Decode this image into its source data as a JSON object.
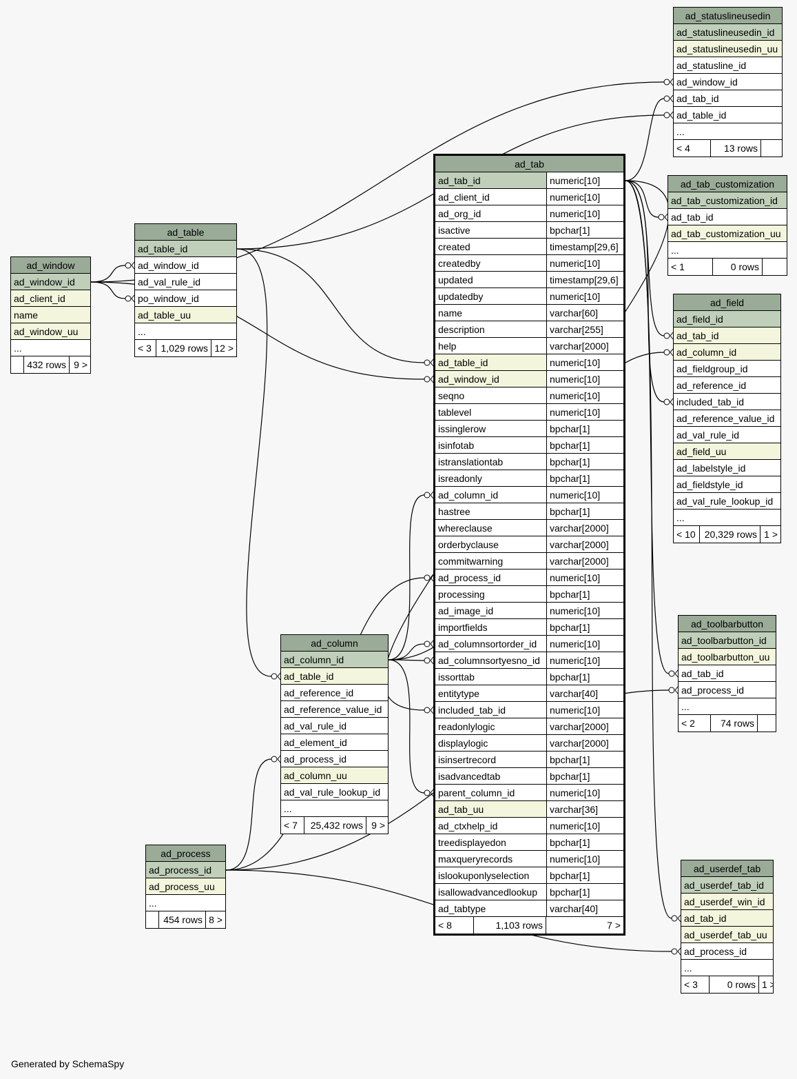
{
  "footer": "Generated by SchemaSpy",
  "tables": {
    "ad_statuslineusedin": {
      "name": "ad_statuslineusedin",
      "columns": [
        {
          "name": "ad_statuslineusedin_id",
          "kind": "pk"
        },
        {
          "name": "ad_statuslineusedin_uu",
          "kind": "uq"
        },
        {
          "name": "ad_statusline_id",
          "kind": "plain"
        },
        {
          "name": "ad_window_id",
          "kind": "plain"
        },
        {
          "name": "ad_tab_id",
          "kind": "plain"
        },
        {
          "name": "ad_table_id",
          "kind": "plain"
        },
        {
          "name": "...",
          "kind": "plain"
        }
      ],
      "stats": {
        "parents": "< 4",
        "rows": "13 rows",
        "children": ""
      }
    },
    "ad_tab_customization": {
      "name": "ad_tab_customization",
      "columns": [
        {
          "name": "ad_tab_customization_id",
          "kind": "pk"
        },
        {
          "name": "ad_tab_id",
          "kind": "plain"
        },
        {
          "name": "ad_tab_customization_uu",
          "kind": "uq"
        },
        {
          "name": "...",
          "kind": "plain"
        }
      ],
      "stats": {
        "parents": "< 1",
        "rows": "0 rows",
        "children": ""
      }
    },
    "ad_field": {
      "name": "ad_field",
      "columns": [
        {
          "name": "ad_field_id",
          "kind": "pk"
        },
        {
          "name": "ad_tab_id",
          "kind": "uq"
        },
        {
          "name": "ad_column_id",
          "kind": "uq"
        },
        {
          "name": "ad_fieldgroup_id",
          "kind": "plain"
        },
        {
          "name": "ad_reference_id",
          "kind": "plain"
        },
        {
          "name": "included_tab_id",
          "kind": "plain"
        },
        {
          "name": "ad_reference_value_id",
          "kind": "plain"
        },
        {
          "name": "ad_val_rule_id",
          "kind": "plain"
        },
        {
          "name": "ad_field_uu",
          "kind": "uq"
        },
        {
          "name": "ad_labelstyle_id",
          "kind": "plain"
        },
        {
          "name": "ad_fieldstyle_id",
          "kind": "plain"
        },
        {
          "name": "ad_val_rule_lookup_id",
          "kind": "plain"
        },
        {
          "name": "...",
          "kind": "plain"
        }
      ],
      "stats": {
        "parents": "< 10",
        "rows": "20,329 rows",
        "children": "1 >"
      }
    },
    "ad_toolbarbutton": {
      "name": "ad_toolbarbutton",
      "columns": [
        {
          "name": "ad_toolbarbutton_id",
          "kind": "pk"
        },
        {
          "name": "ad_toolbarbutton_uu",
          "kind": "uq"
        },
        {
          "name": "ad_tab_id",
          "kind": "plain"
        },
        {
          "name": "ad_process_id",
          "kind": "plain"
        },
        {
          "name": "...",
          "kind": "plain"
        }
      ],
      "stats": {
        "parents": "< 2",
        "rows": "74 rows",
        "children": ""
      }
    },
    "ad_userdef_tab": {
      "name": "ad_userdef_tab",
      "columns": [
        {
          "name": "ad_userdef_tab_id",
          "kind": "pk"
        },
        {
          "name": "ad_userdef_win_id",
          "kind": "uq"
        },
        {
          "name": "ad_tab_id",
          "kind": "uq"
        },
        {
          "name": "ad_userdef_tab_uu",
          "kind": "uq"
        },
        {
          "name": "ad_process_id",
          "kind": "plain"
        },
        {
          "name": "...",
          "kind": "plain"
        }
      ],
      "stats": {
        "parents": "< 3",
        "rows": "0 rows",
        "children": "1 >"
      }
    },
    "ad_window": {
      "name": "ad_window",
      "columns": [
        {
          "name": "ad_window_id",
          "kind": "pk"
        },
        {
          "name": "ad_client_id",
          "kind": "uq"
        },
        {
          "name": "name",
          "kind": "uq"
        },
        {
          "name": "ad_window_uu",
          "kind": "uq"
        },
        {
          "name": "...",
          "kind": "plain"
        }
      ],
      "stats": {
        "parents": "",
        "rows": "432 rows",
        "children": "9 >"
      }
    },
    "ad_table": {
      "name": "ad_table",
      "columns": [
        {
          "name": "ad_table_id",
          "kind": "pk"
        },
        {
          "name": "ad_window_id",
          "kind": "plain"
        },
        {
          "name": "ad_val_rule_id",
          "kind": "plain"
        },
        {
          "name": "po_window_id",
          "kind": "plain"
        },
        {
          "name": "ad_table_uu",
          "kind": "uq"
        },
        {
          "name": "...",
          "kind": "plain"
        }
      ],
      "stats": {
        "parents": "< 3",
        "rows": "1,029 rows",
        "children": "12 >"
      }
    },
    "ad_column": {
      "name": "ad_column",
      "columns": [
        {
          "name": "ad_column_id",
          "kind": "pk"
        },
        {
          "name": "ad_table_id",
          "kind": "uq"
        },
        {
          "name": "ad_reference_id",
          "kind": "plain"
        },
        {
          "name": "ad_reference_value_id",
          "kind": "plain"
        },
        {
          "name": "ad_val_rule_id",
          "kind": "plain"
        },
        {
          "name": "ad_element_id",
          "kind": "plain"
        },
        {
          "name": "ad_process_id",
          "kind": "plain"
        },
        {
          "name": "ad_column_uu",
          "kind": "uq"
        },
        {
          "name": "ad_val_rule_lookup_id",
          "kind": "plain"
        },
        {
          "name": "...",
          "kind": "plain"
        }
      ],
      "stats": {
        "parents": "< 7",
        "rows": "25,432 rows",
        "children": "9 >"
      }
    },
    "ad_process": {
      "name": "ad_process",
      "columns": [
        {
          "name": "ad_process_id",
          "kind": "pk"
        },
        {
          "name": "ad_process_uu",
          "kind": "uq"
        },
        {
          "name": "...",
          "kind": "plain"
        }
      ],
      "stats": {
        "parents": "",
        "rows": "454 rows",
        "children": "8 >"
      }
    },
    "ad_tab": {
      "name": "ad_tab",
      "columns": [
        {
          "name": "ad_tab_id",
          "type": "numeric[10]",
          "kind": "pk"
        },
        {
          "name": "ad_client_id",
          "type": "numeric[10]",
          "kind": "plain"
        },
        {
          "name": "ad_org_id",
          "type": "numeric[10]",
          "kind": "plain"
        },
        {
          "name": "isactive",
          "type": "bpchar[1]",
          "kind": "plain"
        },
        {
          "name": "created",
          "type": "timestamp[29,6]",
          "kind": "plain"
        },
        {
          "name": "createdby",
          "type": "numeric[10]",
          "kind": "plain"
        },
        {
          "name": "updated",
          "type": "timestamp[29,6]",
          "kind": "plain"
        },
        {
          "name": "updatedby",
          "type": "numeric[10]",
          "kind": "plain"
        },
        {
          "name": "name",
          "type": "varchar[60]",
          "kind": "plain"
        },
        {
          "name": "description",
          "type": "varchar[255]",
          "kind": "plain"
        },
        {
          "name": "help",
          "type": "varchar[2000]",
          "kind": "plain"
        },
        {
          "name": "ad_table_id",
          "type": "numeric[10]",
          "kind": "uq"
        },
        {
          "name": "ad_window_id",
          "type": "numeric[10]",
          "kind": "uq"
        },
        {
          "name": "seqno",
          "type": "numeric[10]",
          "kind": "plain"
        },
        {
          "name": "tablevel",
          "type": "numeric[10]",
          "kind": "plain"
        },
        {
          "name": "issinglerow",
          "type": "bpchar[1]",
          "kind": "plain"
        },
        {
          "name": "isinfotab",
          "type": "bpchar[1]",
          "kind": "plain"
        },
        {
          "name": "istranslationtab",
          "type": "bpchar[1]",
          "kind": "plain"
        },
        {
          "name": "isreadonly",
          "type": "bpchar[1]",
          "kind": "plain"
        },
        {
          "name": "ad_column_id",
          "type": "numeric[10]",
          "kind": "plain"
        },
        {
          "name": "hastree",
          "type": "bpchar[1]",
          "kind": "plain"
        },
        {
          "name": "whereclause",
          "type": "varchar[2000]",
          "kind": "plain"
        },
        {
          "name": "orderbyclause",
          "type": "varchar[2000]",
          "kind": "plain"
        },
        {
          "name": "commitwarning",
          "type": "varchar[2000]",
          "kind": "plain"
        },
        {
          "name": "ad_process_id",
          "type": "numeric[10]",
          "kind": "plain"
        },
        {
          "name": "processing",
          "type": "bpchar[1]",
          "kind": "plain"
        },
        {
          "name": "ad_image_id",
          "type": "numeric[10]",
          "kind": "plain"
        },
        {
          "name": "importfields",
          "type": "bpchar[1]",
          "kind": "plain"
        },
        {
          "name": "ad_columnsortorder_id",
          "type": "numeric[10]",
          "kind": "plain"
        },
        {
          "name": "ad_columnsortyesno_id",
          "type": "numeric[10]",
          "kind": "plain"
        },
        {
          "name": "issorttab",
          "type": "bpchar[1]",
          "kind": "plain"
        },
        {
          "name": "entitytype",
          "type": "varchar[40]",
          "kind": "plain"
        },
        {
          "name": "included_tab_id",
          "type": "numeric[10]",
          "kind": "plain"
        },
        {
          "name": "readonlylogic",
          "type": "varchar[2000]",
          "kind": "plain"
        },
        {
          "name": "displaylogic",
          "type": "varchar[2000]",
          "kind": "plain"
        },
        {
          "name": "isinsertrecord",
          "type": "bpchar[1]",
          "kind": "plain"
        },
        {
          "name": "isadvancedtab",
          "type": "bpchar[1]",
          "kind": "plain"
        },
        {
          "name": "parent_column_id",
          "type": "numeric[10]",
          "kind": "plain"
        },
        {
          "name": "ad_tab_uu",
          "type": "varchar[36]",
          "kind": "uq"
        },
        {
          "name": "ad_ctxhelp_id",
          "type": "numeric[10]",
          "kind": "plain"
        },
        {
          "name": "treedisplayedon",
          "type": "bpchar[1]",
          "kind": "plain"
        },
        {
          "name": "maxqueryrecords",
          "type": "numeric[10]",
          "kind": "plain"
        },
        {
          "name": "islookuponlyselection",
          "type": "bpchar[1]",
          "kind": "plain"
        },
        {
          "name": "isallowadvancedlookup",
          "type": "bpchar[1]",
          "kind": "plain"
        },
        {
          "name": "ad_tabtype",
          "type": "varchar[40]",
          "kind": "plain"
        }
      ],
      "stats": {
        "parents": "< 8",
        "rows": "1,103 rows",
        "children": "7 >"
      }
    }
  }
}
